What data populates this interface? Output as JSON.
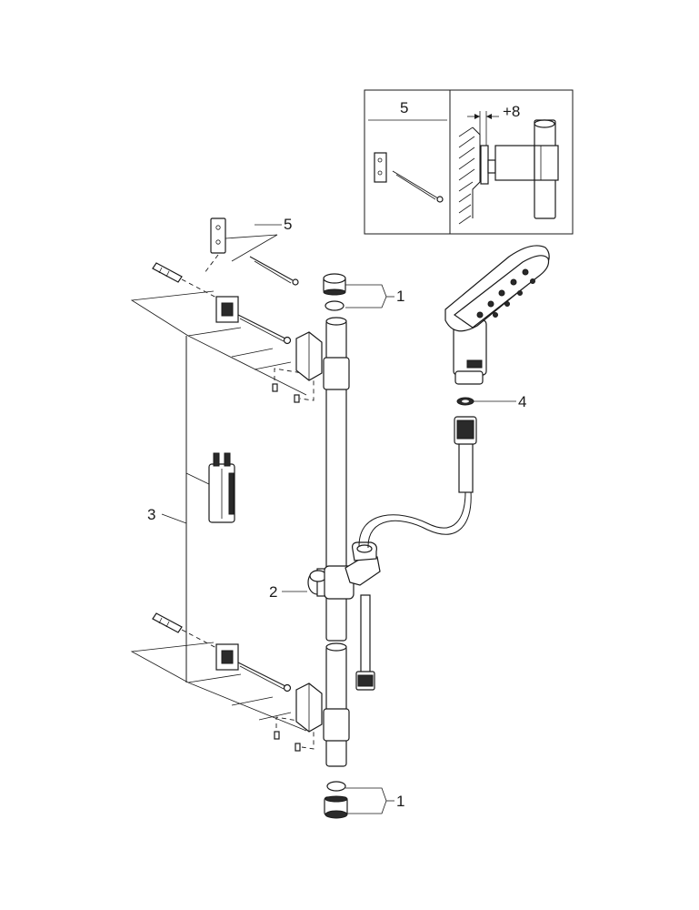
{
  "callouts": {
    "c1_top": "1",
    "c1_bottom": "1",
    "c2": "2",
    "c3": "3",
    "c4": "4",
    "c5": "5"
  },
  "inset": {
    "label_5": "5",
    "label_offset": "+8"
  }
}
